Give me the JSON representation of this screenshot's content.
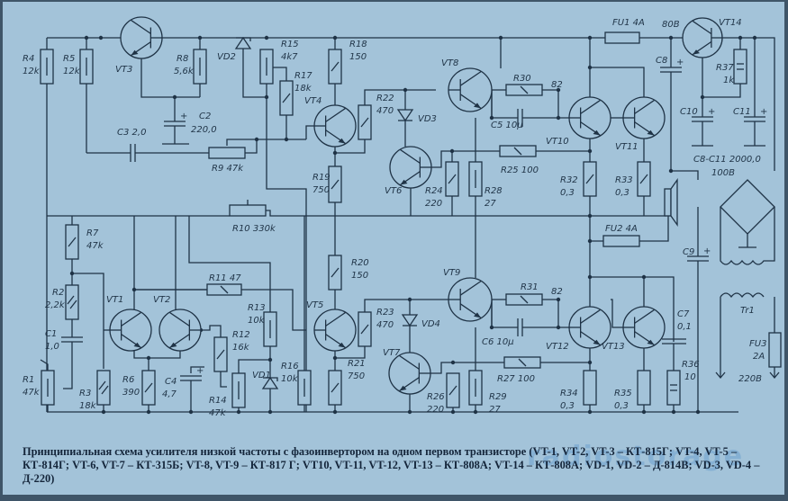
{
  "diagram": {
    "title": "Amplifier schematic",
    "components": [
      {
        "id": "R4",
        "label": "R4",
        "value": "12k",
        "type": "resistor"
      },
      {
        "id": "R5",
        "label": "R5",
        "value": "12k",
        "type": "resistor"
      },
      {
        "id": "VT3",
        "label": "VT3",
        "type": "transistor"
      },
      {
        "id": "R8",
        "label": "R8",
        "value": "5,6k",
        "type": "resistor"
      },
      {
        "id": "VD2",
        "label": "VD2",
        "type": "zener"
      },
      {
        "id": "R15",
        "label": "R15",
        "value": "4k7",
        "type": "resistor"
      },
      {
        "id": "R17",
        "label": "R17",
        "value": "18k",
        "type": "resistor"
      },
      {
        "id": "R18",
        "label": "R18",
        "value": "150",
        "type": "resistor"
      },
      {
        "id": "C2",
        "label": "C2",
        "value": "220,0",
        "type": "capacitor"
      },
      {
        "id": "C3",
        "label": "C3",
        "value": "2,0",
        "type": "capacitor"
      },
      {
        "id": "R9",
        "label": "R9",
        "value": "47k",
        "type": "potentiometer"
      },
      {
        "id": "VT4",
        "label": "VT4",
        "type": "transistor"
      },
      {
        "id": "R22",
        "label": "R22",
        "value": "470",
        "type": "resistor"
      },
      {
        "id": "R19",
        "label": "R19",
        "value": "750",
        "type": "resistor"
      },
      {
        "id": "VT8",
        "label": "VT8",
        "type": "transistor"
      },
      {
        "id": "VD3",
        "label": "VD3",
        "type": "diode"
      },
      {
        "id": "VT6",
        "label": "VT6",
        "type": "transistor"
      },
      {
        "id": "R24",
        "label": "R24",
        "value": "220",
        "type": "resistor"
      },
      {
        "id": "R28",
        "label": "R28",
        "value": "27",
        "type": "resistor"
      },
      {
        "id": "R30",
        "label": "R30",
        "value": "82",
        "type": "resistor"
      },
      {
        "id": "C5",
        "label": "C5",
        "value": "10µ",
        "type": "capacitor"
      },
      {
        "id": "R25",
        "label": "R25",
        "value": "100",
        "type": "resistor"
      },
      {
        "id": "VT10",
        "label": "VT10",
        "type": "transistor"
      },
      {
        "id": "VT11",
        "label": "VT11",
        "type": "transistor"
      },
      {
        "id": "R32",
        "label": "R32",
        "value": "0,3",
        "type": "resistor"
      },
      {
        "id": "R33",
        "label": "R33",
        "value": "0,3",
        "type": "resistor"
      },
      {
        "id": "FU1",
        "label": "FU1",
        "value": "4A",
        "type": "fuse"
      },
      {
        "id": "VT14",
        "label": "VT14",
        "type": "transistor"
      },
      {
        "id": "R37",
        "label": "R37",
        "value": "1k",
        "type": "resistor"
      },
      {
        "id": "C8",
        "label": "C8",
        "type": "capacitor"
      },
      {
        "id": "C10",
        "label": "C10",
        "type": "capacitor"
      },
      {
        "id": "C11",
        "label": "C11",
        "type": "capacitor"
      },
      {
        "id": "R10",
        "label": "R10",
        "value": "330k",
        "type": "potentiometer"
      },
      {
        "id": "FU2",
        "label": "FU2",
        "value": "4A",
        "type": "fuse"
      },
      {
        "id": "C9",
        "label": "C9",
        "type": "capacitor"
      },
      {
        "id": "R7",
        "label": "R7",
        "value": "47k",
        "type": "resistor"
      },
      {
        "id": "R2",
        "label": "R2",
        "value": "2,2k",
        "type": "resistor"
      },
      {
        "id": "C1",
        "label": "C1",
        "value": "1,0",
        "type": "capacitor"
      },
      {
        "id": "R1",
        "label": "R1",
        "value": "47k",
        "type": "potentiometer"
      },
      {
        "id": "R3",
        "label": "R3",
        "value": "18k",
        "type": "resistor"
      },
      {
        "id": "VT1",
        "label": "VT1",
        "type": "transistor"
      },
      {
        "id": "VT2",
        "label": "VT2",
        "type": "transistor"
      },
      {
        "id": "R6",
        "label": "R6",
        "value": "390",
        "type": "resistor"
      },
      {
        "id": "C4",
        "label": "C4",
        "value": "4,7",
        "type": "capacitor"
      },
      {
        "id": "R11",
        "label": "R11",
        "value": "47",
        "type": "resistor"
      },
      {
        "id": "R12",
        "label": "R12",
        "value": "16k",
        "type": "resistor"
      },
      {
        "id": "R14",
        "label": "R14",
        "value": "47k",
        "type": "potentiometer"
      },
      {
        "id": "R13",
        "label": "R13",
        "value": "10k",
        "type": "resistor"
      },
      {
        "id": "VD1",
        "label": "VD1",
        "type": "zener"
      },
      {
        "id": "R16",
        "label": "R16",
        "value": "10k",
        "type": "resistor"
      },
      {
        "id": "VT5",
        "label": "VT5",
        "type": "transistor"
      },
      {
        "id": "R20",
        "label": "R20",
        "value": "150",
        "type": "resistor"
      },
      {
        "id": "R23",
        "label": "R23",
        "value": "470",
        "type": "resistor"
      },
      {
        "id": "R21",
        "label": "R21",
        "value": "750",
        "type": "resistor"
      },
      {
        "id": "VT9",
        "label": "VT9",
        "type": "transistor"
      },
      {
        "id": "VD4",
        "label": "VD4",
        "type": "diode"
      },
      {
        "id": "VT7",
        "label": "VT7",
        "type": "transistor"
      },
      {
        "id": "R26",
        "label": "R26",
        "value": "220",
        "type": "resistor"
      },
      {
        "id": "R29",
        "label": "R29",
        "value": "27",
        "type": "resistor"
      },
      {
        "id": "R31",
        "label": "R31",
        "value": "82",
        "type": "resistor"
      },
      {
        "id": "C6",
        "label": "C6",
        "value": "10µ",
        "type": "capacitor"
      },
      {
        "id": "R27",
        "label": "R27",
        "value": "100",
        "type": "resistor"
      },
      {
        "id": "VT12",
        "label": "VT12",
        "type": "transistor"
      },
      {
        "id": "VT13",
        "label": "VT13",
        "type": "transistor"
      },
      {
        "id": "R34",
        "label": "R34",
        "value": "0,3",
        "type": "resistor"
      },
      {
        "id": "R35",
        "label": "R35",
        "value": "0,3",
        "type": "resistor"
      },
      {
        "id": "C7",
        "label": "C7",
        "value": "0,1",
        "type": "capacitor"
      },
      {
        "id": "R36",
        "label": "R36",
        "value": "10",
        "type": "resistor"
      },
      {
        "id": "Tr1",
        "label": "Tr1",
        "type": "transformer"
      },
      {
        "id": "FU3",
        "label": "FU3",
        "value": "2A",
        "type": "fuse"
      }
    ],
    "annotations": {
      "supply_voltage": "80В",
      "cap_group": "C8-C11 2000,0",
      "cap_group_voltage": "100В",
      "mains": "220В"
    }
  },
  "caption": {
    "text": "Принципиальная схема усилителя низкой частоты с фазоинвертором на одном первом транзисторе (VT-1, VT-2, VT-3 – КТ-815Г; VT-4, VT-5 – КТ-814Г; VT-6, VT-7 – КТ-315Б; VT-8, VT-9 – КТ-817 Г; VT10, VT-11, VT-12, VT-13 – КТ-808А; VT-14 – КТ-808А; VD-1, VD-2 – Д-814В; VD-3, VD-4 – Д-220)"
  },
  "watermark": "radiostorage"
}
